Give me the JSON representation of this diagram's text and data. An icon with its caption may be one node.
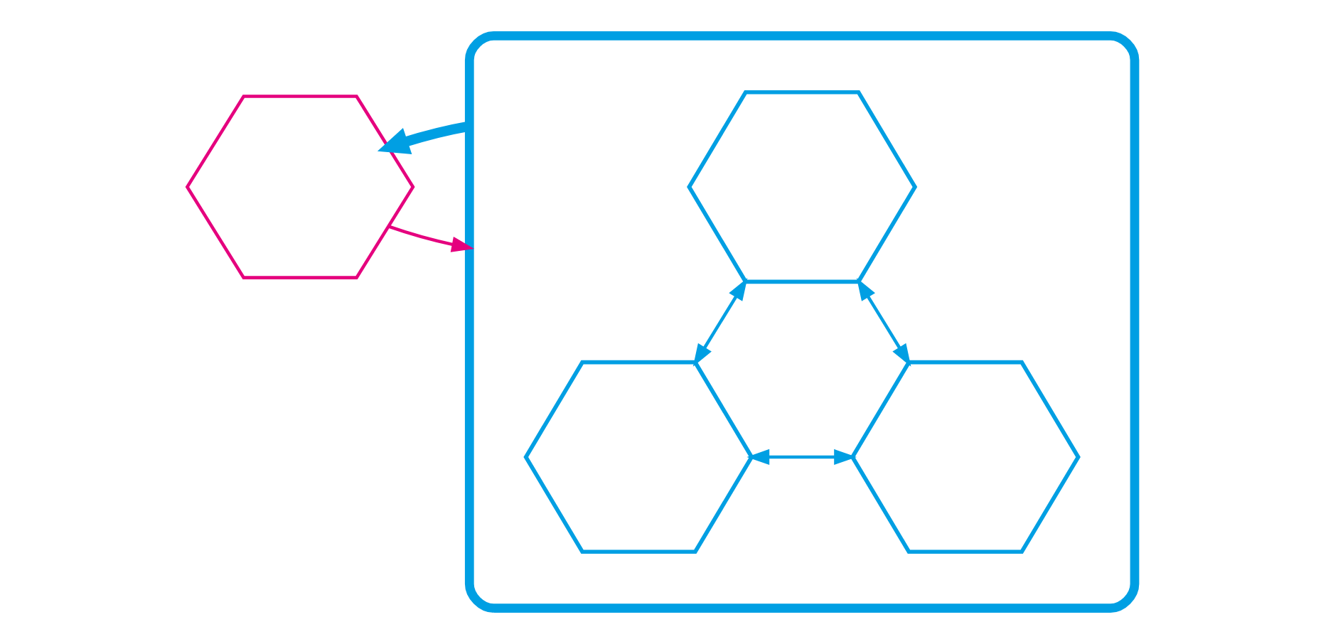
{
  "diagram": {
    "nodes": [
      {
        "text": [],
        "shape": "hexagon"
      },
      {
        "text": [],
        "shape": "hexagon"
      },
      {
        "text": [],
        "shape": "hexagon",
        "in": 1
      },
      {
        "text": [],
        "shape": "hexagon",
        "in": 1
      },
      {
        "text": [],
        "shape": "hexagon",
        "in": 1
      }
    ],
    "edges": [
      {
        "from": 2,
        "to": 3,
        "arrow": "both"
      },
      {
        "from": 2,
        "to": 4,
        "arrow": "both"
      },
      {
        "from": 3,
        "to": 4,
        "arrow": "both"
      },
      {
        "from": 0,
        "to": 1,
        "arrow": "to",
        "color": "#e5007e"
      },
      {
        "from": 1,
        "to": 0,
        "arrow": "to",
        "style": "thick"
      }
    ]
  }
}
